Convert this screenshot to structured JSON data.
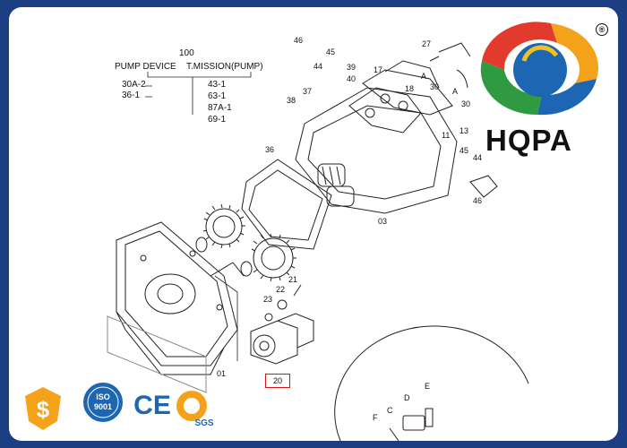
{
  "brand": {
    "name": "HQPA",
    "registered_mark": "®",
    "logo_colors": [
      "#e23b2e",
      "#f5a21b",
      "#2f9a3f",
      "#1d66b3",
      "#f3c21a"
    ]
  },
  "parts_table": {
    "header_number": "100",
    "col1_header": "PUMP DEVICE",
    "col2_header": "T.MISSION(PUMP)",
    "col1_rows": [
      "30A-2",
      "36-1"
    ],
    "col2_rows": [
      "43-1",
      "63-1",
      "87A-1",
      "69-1"
    ]
  },
  "callouts": {
    "c46a": "46",
    "c45a": "45",
    "c44a": "44",
    "c39": "39",
    "c40": "40",
    "c17": "17",
    "c27": "27",
    "c38": "38",
    "c37": "37",
    "c18": "18",
    "c30a": "30",
    "cA1": "A",
    "cA2": "A",
    "c30b": "30",
    "c13": "13",
    "c11": "11",
    "c45b": "45",
    "c44b": "44",
    "c46b": "46",
    "c36": "36",
    "c03": "03",
    "c21": "21",
    "c22": "22",
    "c23": "23",
    "c01": "01",
    "cD": "D",
    "cE": "E",
    "cC": "C",
    "cF": "F"
  },
  "highlighted_part": "20",
  "badges": {
    "dollar_symbol": "$",
    "iso_label": "ISO",
    "iso_number": "9001",
    "ce_label": "CE",
    "sgs_label": "SGS"
  }
}
